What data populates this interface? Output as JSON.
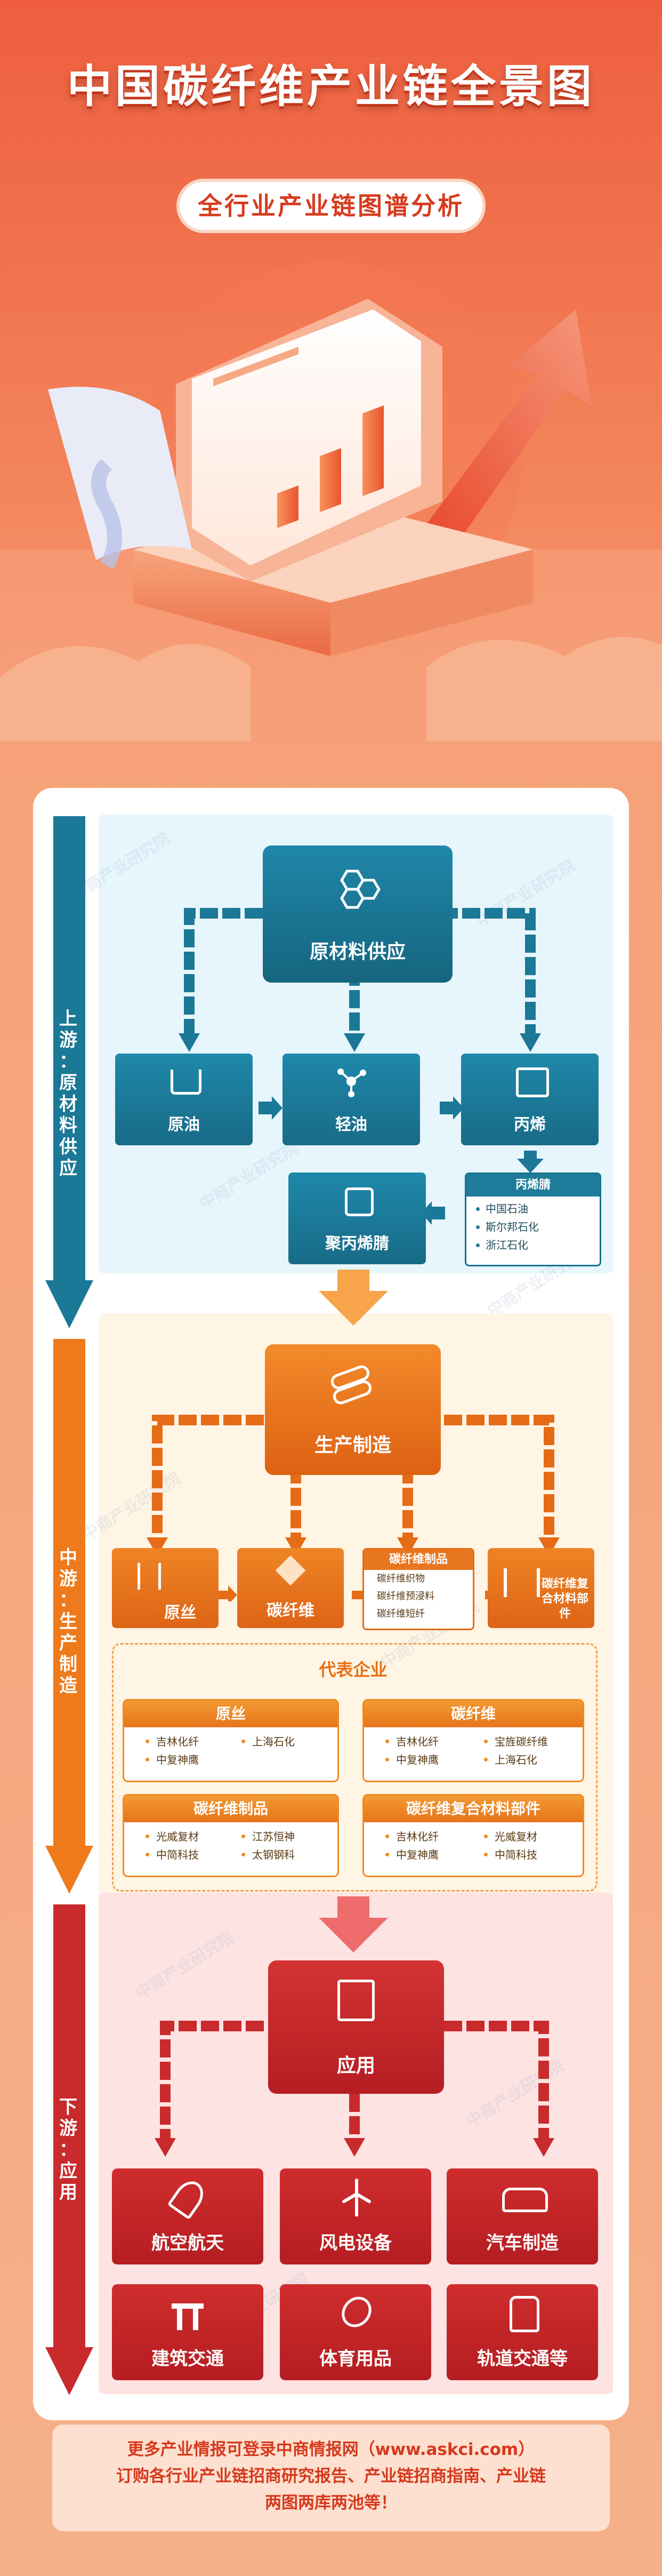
{
  "header": {
    "title": "中国碳纤维产业链全景图",
    "subtitle": "全行业产业链图谱分析"
  },
  "watermark": "中商产业研究院",
  "upstream": {
    "stage_label": "上游：原材料供应",
    "hub": "原材料供应",
    "nodes": {
      "crude_oil": "原油",
      "light_oil": "轻油",
      "propylene": "丙烯",
      "pan": "聚丙烯腈"
    },
    "acrylonitrile": {
      "title": "丙烯腈",
      "items": [
        "中国石油",
        "斯尔邦石化",
        "浙江石化"
      ]
    }
  },
  "midstream": {
    "stage_label": "中游：生产制造",
    "hub": "生产制造",
    "nodes": {
      "precursor": "原丝",
      "carbon_fiber": "碳纤维",
      "composite_parts": "碳纤维复合材料部件"
    },
    "products": {
      "title": "碳纤维制品",
      "items": [
        "碳纤维织物",
        "碳纤维预浸料",
        "碳纤维短纤"
      ]
    },
    "companies_title": "代表企业",
    "companies": [
      {
        "title": "原丝",
        "items": [
          "吉林化纤",
          "上海石化",
          "中复神鹰"
        ]
      },
      {
        "title": "碳纤维",
        "items": [
          "吉林化纤",
          "宝旌碳纤维",
          "中复神鹰",
          "上海石化"
        ]
      },
      {
        "title": "碳纤维制品",
        "items": [
          "光威复材",
          "江苏恒神",
          "中简科技",
          "太钢钢科"
        ]
      },
      {
        "title": "碳纤维复合材料部件",
        "items": [
          "吉林化纤",
          "光威复材",
          "中复神鹰",
          "中简科技"
        ]
      }
    ]
  },
  "downstream": {
    "stage_label": "下游：应用",
    "hub": "应用",
    "apps": [
      "航空航天",
      "风电设备",
      "汽车制造",
      "建筑交通",
      "体育用品",
      "轨道交通等"
    ]
  },
  "footer": {
    "line1": "更多产业情报可登录中商情报网（www.askci.com）",
    "line2": "订购各行业产业链招商研究报告、产业链招商指南、产业链",
    "line3": "两图两库两池等！"
  },
  "colors": {
    "upstream": "#1b7896",
    "midstream": "#ee7a1c",
    "downstream": "#c92a2c",
    "background": "#f3845b"
  }
}
